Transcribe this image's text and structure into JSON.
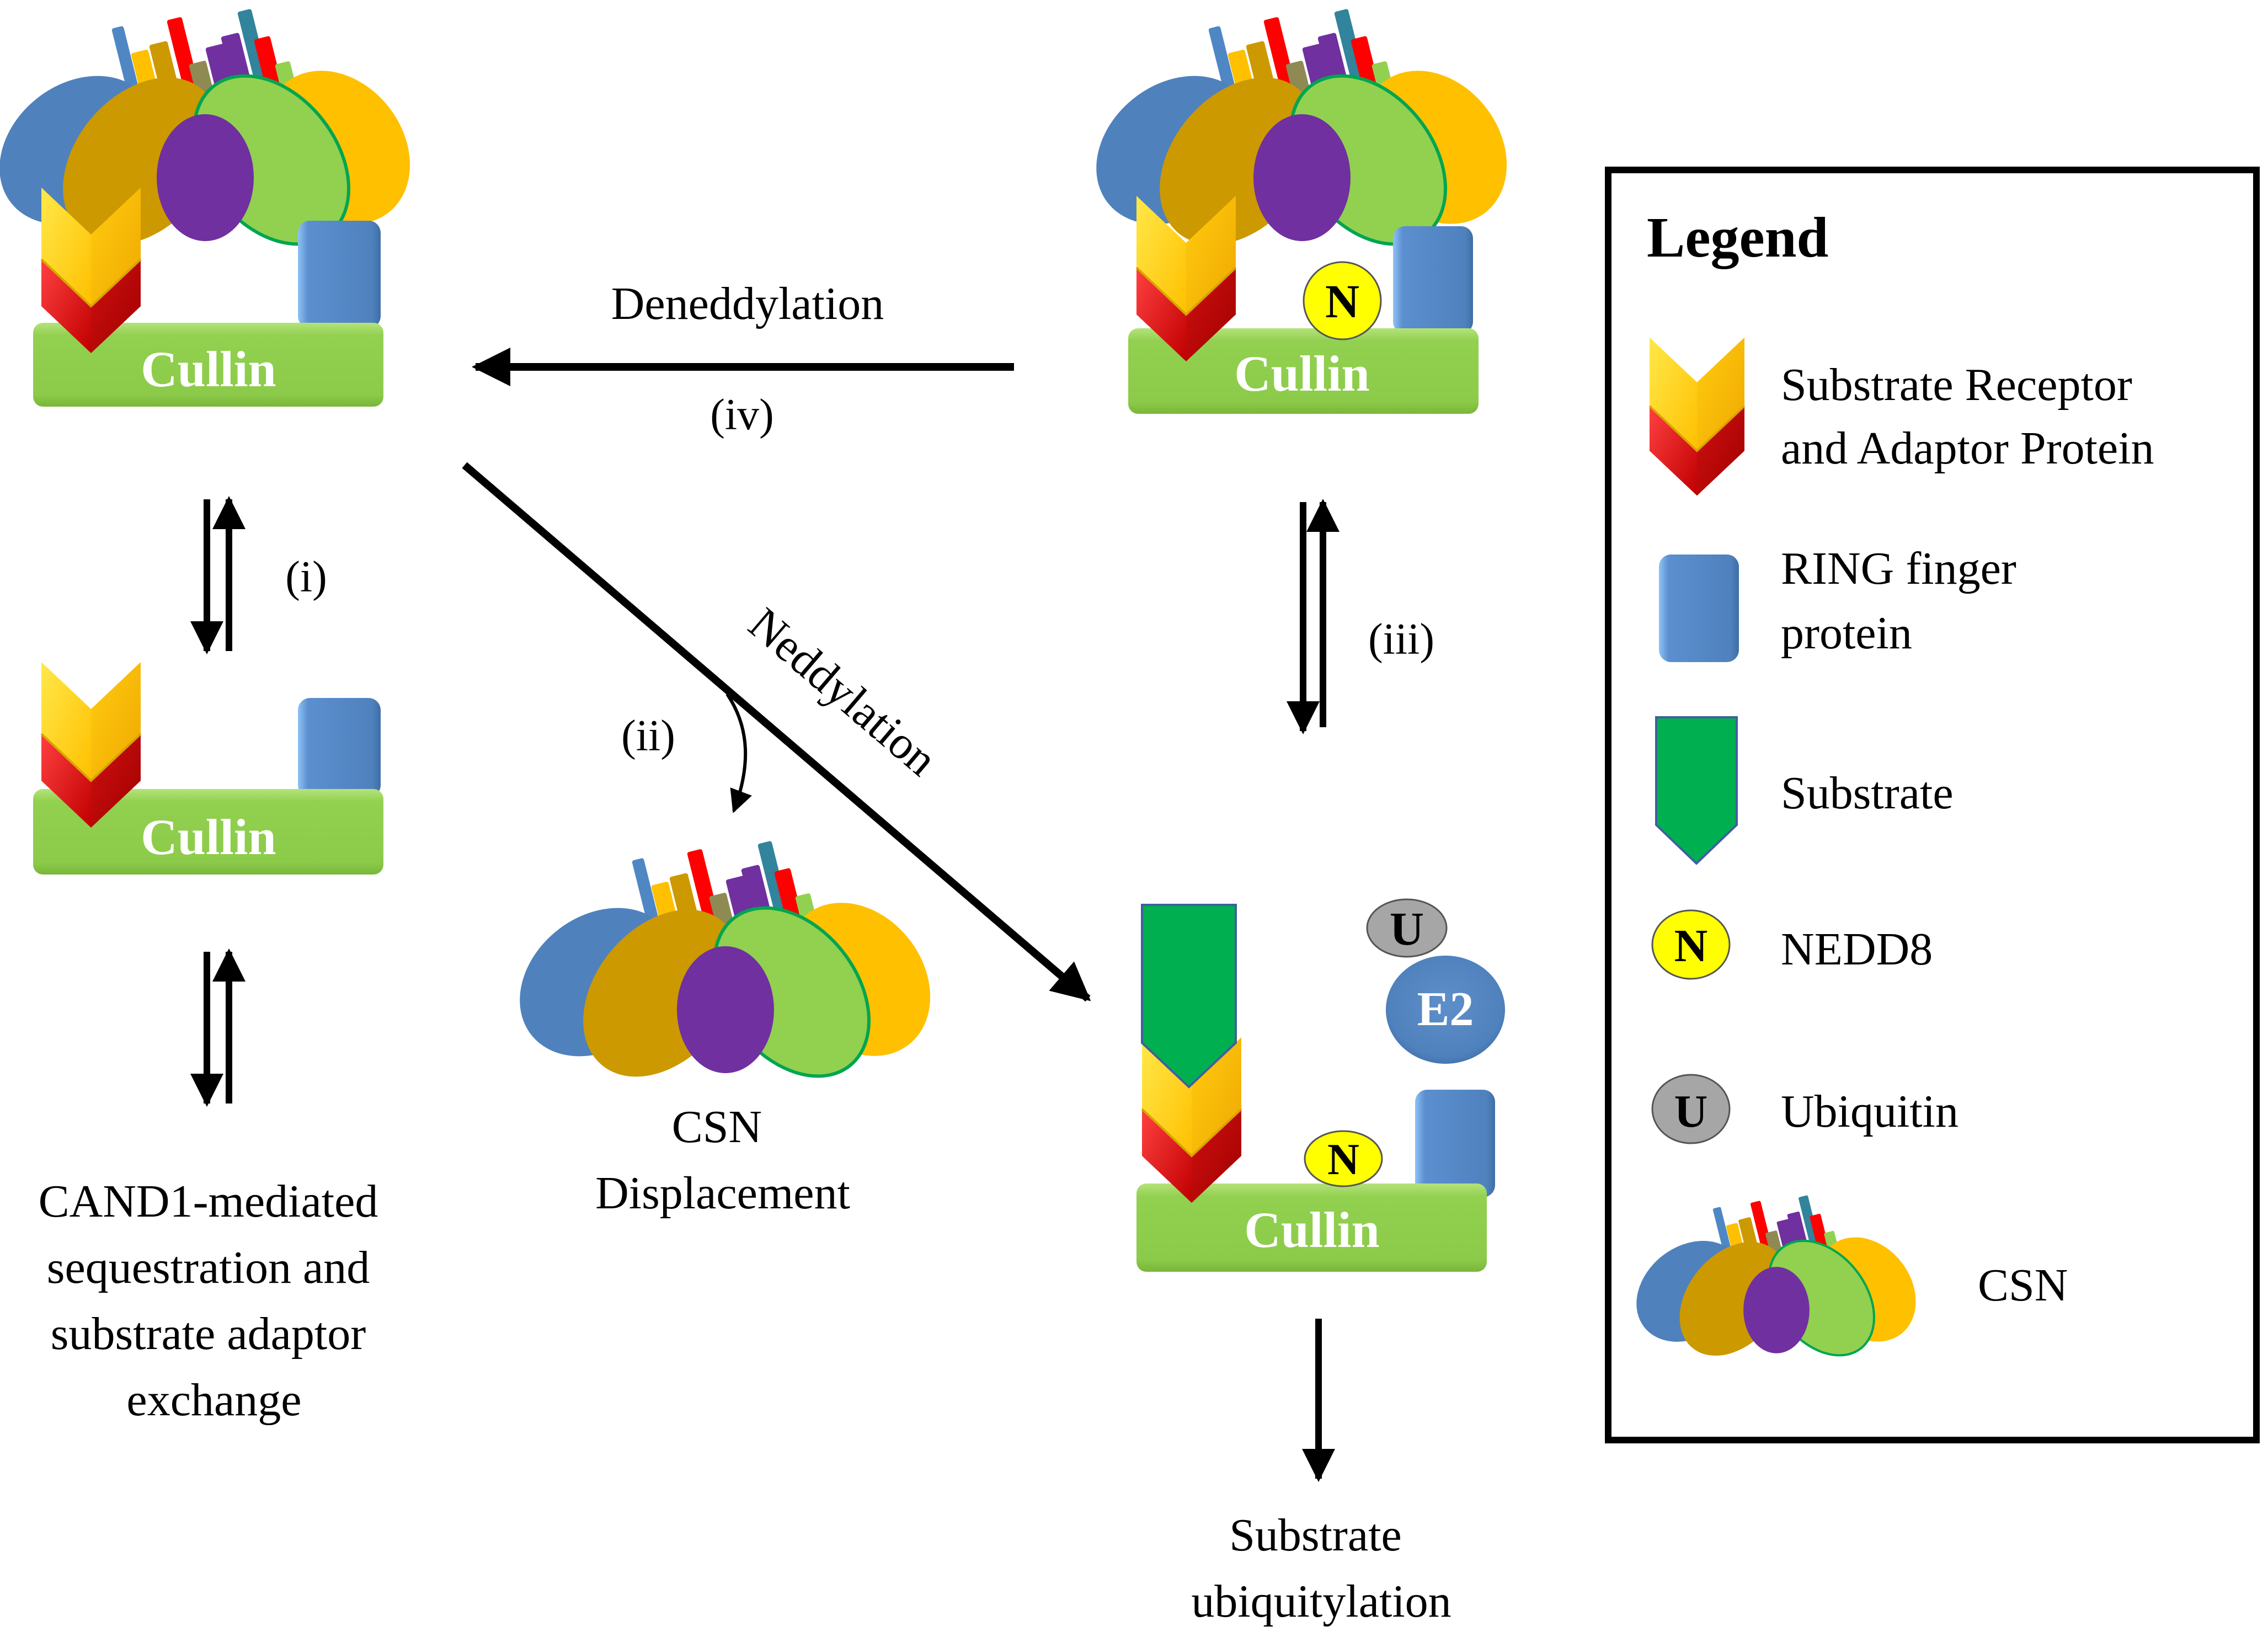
{
  "figure": {
    "complexes": {
      "top_left": {
        "cullin_label": "Cullin",
        "has_csn": true,
        "has_nedd8": false
      },
      "middle_left": {
        "cullin_label": "Cullin",
        "has_csn": false,
        "has_nedd8": false
      },
      "top_right": {
        "cullin_label": "Cullin",
        "has_csn": true,
        "has_nedd8": true,
        "nedd8_label": "N"
      },
      "bottom_right": {
        "cullin_label": "Cullin",
        "has_substrate": true,
        "has_nedd8": true,
        "nedd8_label": "N",
        "e2_label": "E2",
        "ubiquitin_label": "U"
      }
    },
    "processes": {
      "deneddylation": {
        "label": "Deneddylation",
        "step": "(iv)"
      },
      "neddylation": {
        "label": "Neddylation"
      },
      "step_i": "(i)",
      "step_ii": "(ii)",
      "step_iii": "(iii)"
    },
    "outcomes": {
      "csn_displacement": [
        "CSN",
        "Displacement"
      ],
      "cand1": [
        "CAND1-mediated",
        "sequestration and",
        "substrate adaptor",
        "exchange"
      ],
      "ubiquitylation": [
        "Substrate",
        "ubiquitylation"
      ]
    }
  },
  "legend": {
    "title": "Legend",
    "items": [
      {
        "icon": "substrate-receptor-adaptor-icon",
        "lines": [
          "Substrate Receptor",
          "and  Adaptor Protein"
        ]
      },
      {
        "icon": "ring-finger-icon",
        "lines": [
          "RING finger",
          "protein"
        ]
      },
      {
        "icon": "substrate-icon",
        "lines": [
          "Substrate"
        ]
      },
      {
        "icon": "nedd8-icon",
        "badge": "N",
        "lines": [
          "NEDD8"
        ]
      },
      {
        "icon": "ubiquitin-icon",
        "badge": "U",
        "lines": [
          "Ubiquitin"
        ]
      },
      {
        "icon": "csn-icon",
        "lines": [
          "CSN"
        ]
      }
    ]
  },
  "colors": {
    "cullin": "#92d050",
    "ring": "#4f81bd",
    "substrate": "#00b050",
    "adaptor_red": "#c00000",
    "receptor_yellow": "#ffc000",
    "nedd8": "#ffff00",
    "ubiquitin": "#a6a6a6",
    "csn_blue": "#4f81bd",
    "csn_gold": "#cc9900",
    "csn_purple": "#7030a0",
    "csn_green": "#92d050",
    "csn_orange": "#ffc000"
  }
}
